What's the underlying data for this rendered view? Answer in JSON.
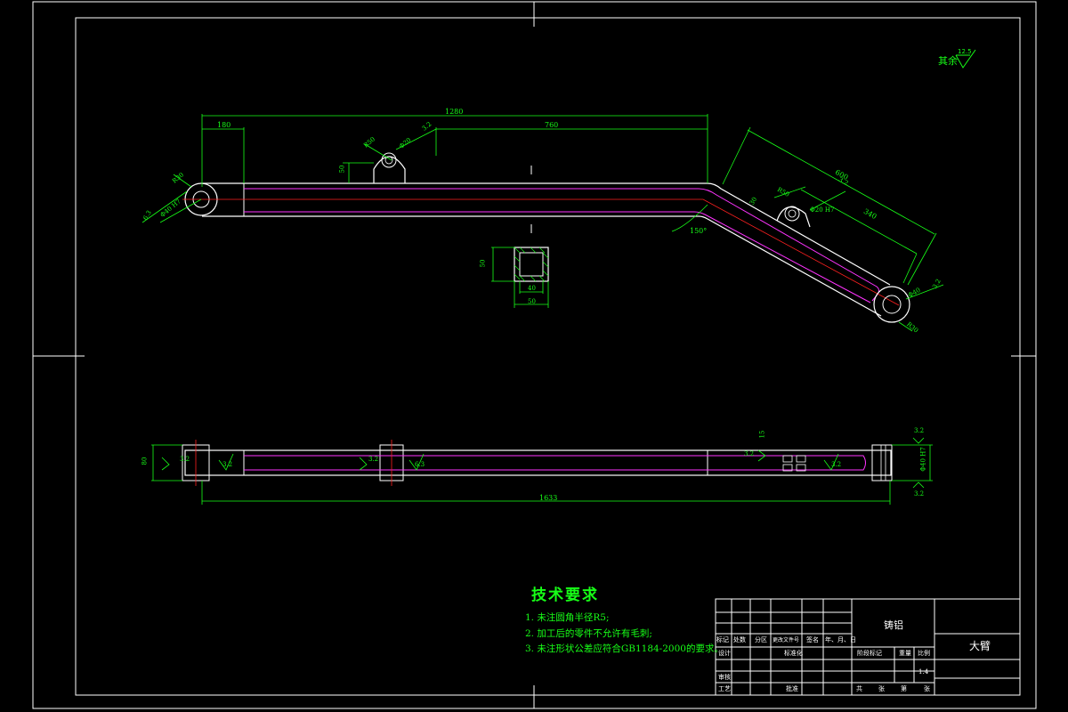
{
  "surface_finish": {
    "label": "其余",
    "value": "12.5"
  },
  "dimensions": {
    "upper_len_180": "180",
    "upper_total_1280": "1280",
    "upper_760": "760",
    "upper_3_2": "3.2",
    "upper_r50": "R50",
    "upper_60": "60",
    "upper_phi": "Φ20",
    "upper_tab_h": "50",
    "left_r": "R30",
    "left_phi": "Φ40 H7",
    "left_65": "6.3",
    "angle": "150°",
    "right_len_600": "600",
    "right_340": "340",
    "right_r50": "R50",
    "right_phi": "Φ20 H7",
    "right_30": "30",
    "right_32": "3.2",
    "right_end_r": "R30",
    "right_end_phi": "Φ40",
    "right_end_32": "3.2",
    "sect_h": "50",
    "sect_inner": "40",
    "sect_outer": "50",
    "bottom_total": "1633",
    "bottom_h": "80",
    "bottom_32a": "3.2",
    "bottom_32b": "3.2",
    "bottom_32c": "3.2",
    "bottom_32d": "6.3",
    "bottom_32e": "3.2",
    "bottom_32f": "3.2",
    "bottom_right_h": "Φ40 H7",
    "bottom_right_32": "3.2",
    "bottom_right_32b": "3.2",
    "bottom_right_15": "15"
  },
  "tech_requirements": {
    "title": "技术要求",
    "items": [
      "1. 未注圆角半径R5;",
      "2. 加工后的零件不允许有毛刺;",
      "3. 未注形状公差应符合GB1184-2000的要求。"
    ]
  },
  "title_block": {
    "material": "铸铝",
    "part_name": "大臂",
    "headers": [
      "标记",
      "处数",
      "分区",
      "更改文件号",
      "签名",
      "年、月、日"
    ],
    "design": "设计",
    "standardize": "标准化",
    "review": "审核",
    "process": "工艺",
    "approve": "批准",
    "stage_mark": "阶段标记",
    "weight": "重量",
    "scale_label": "比例",
    "scale_value": "1:4",
    "sheets": "共",
    "sheet_of": "张",
    "sheet_no": "第",
    "sheet_no2": "张"
  },
  "colors": {
    "frame": "#ffffff",
    "dimension": "#17ff17",
    "centerline": "#ff2020",
    "hidden": "#ff33ff"
  }
}
